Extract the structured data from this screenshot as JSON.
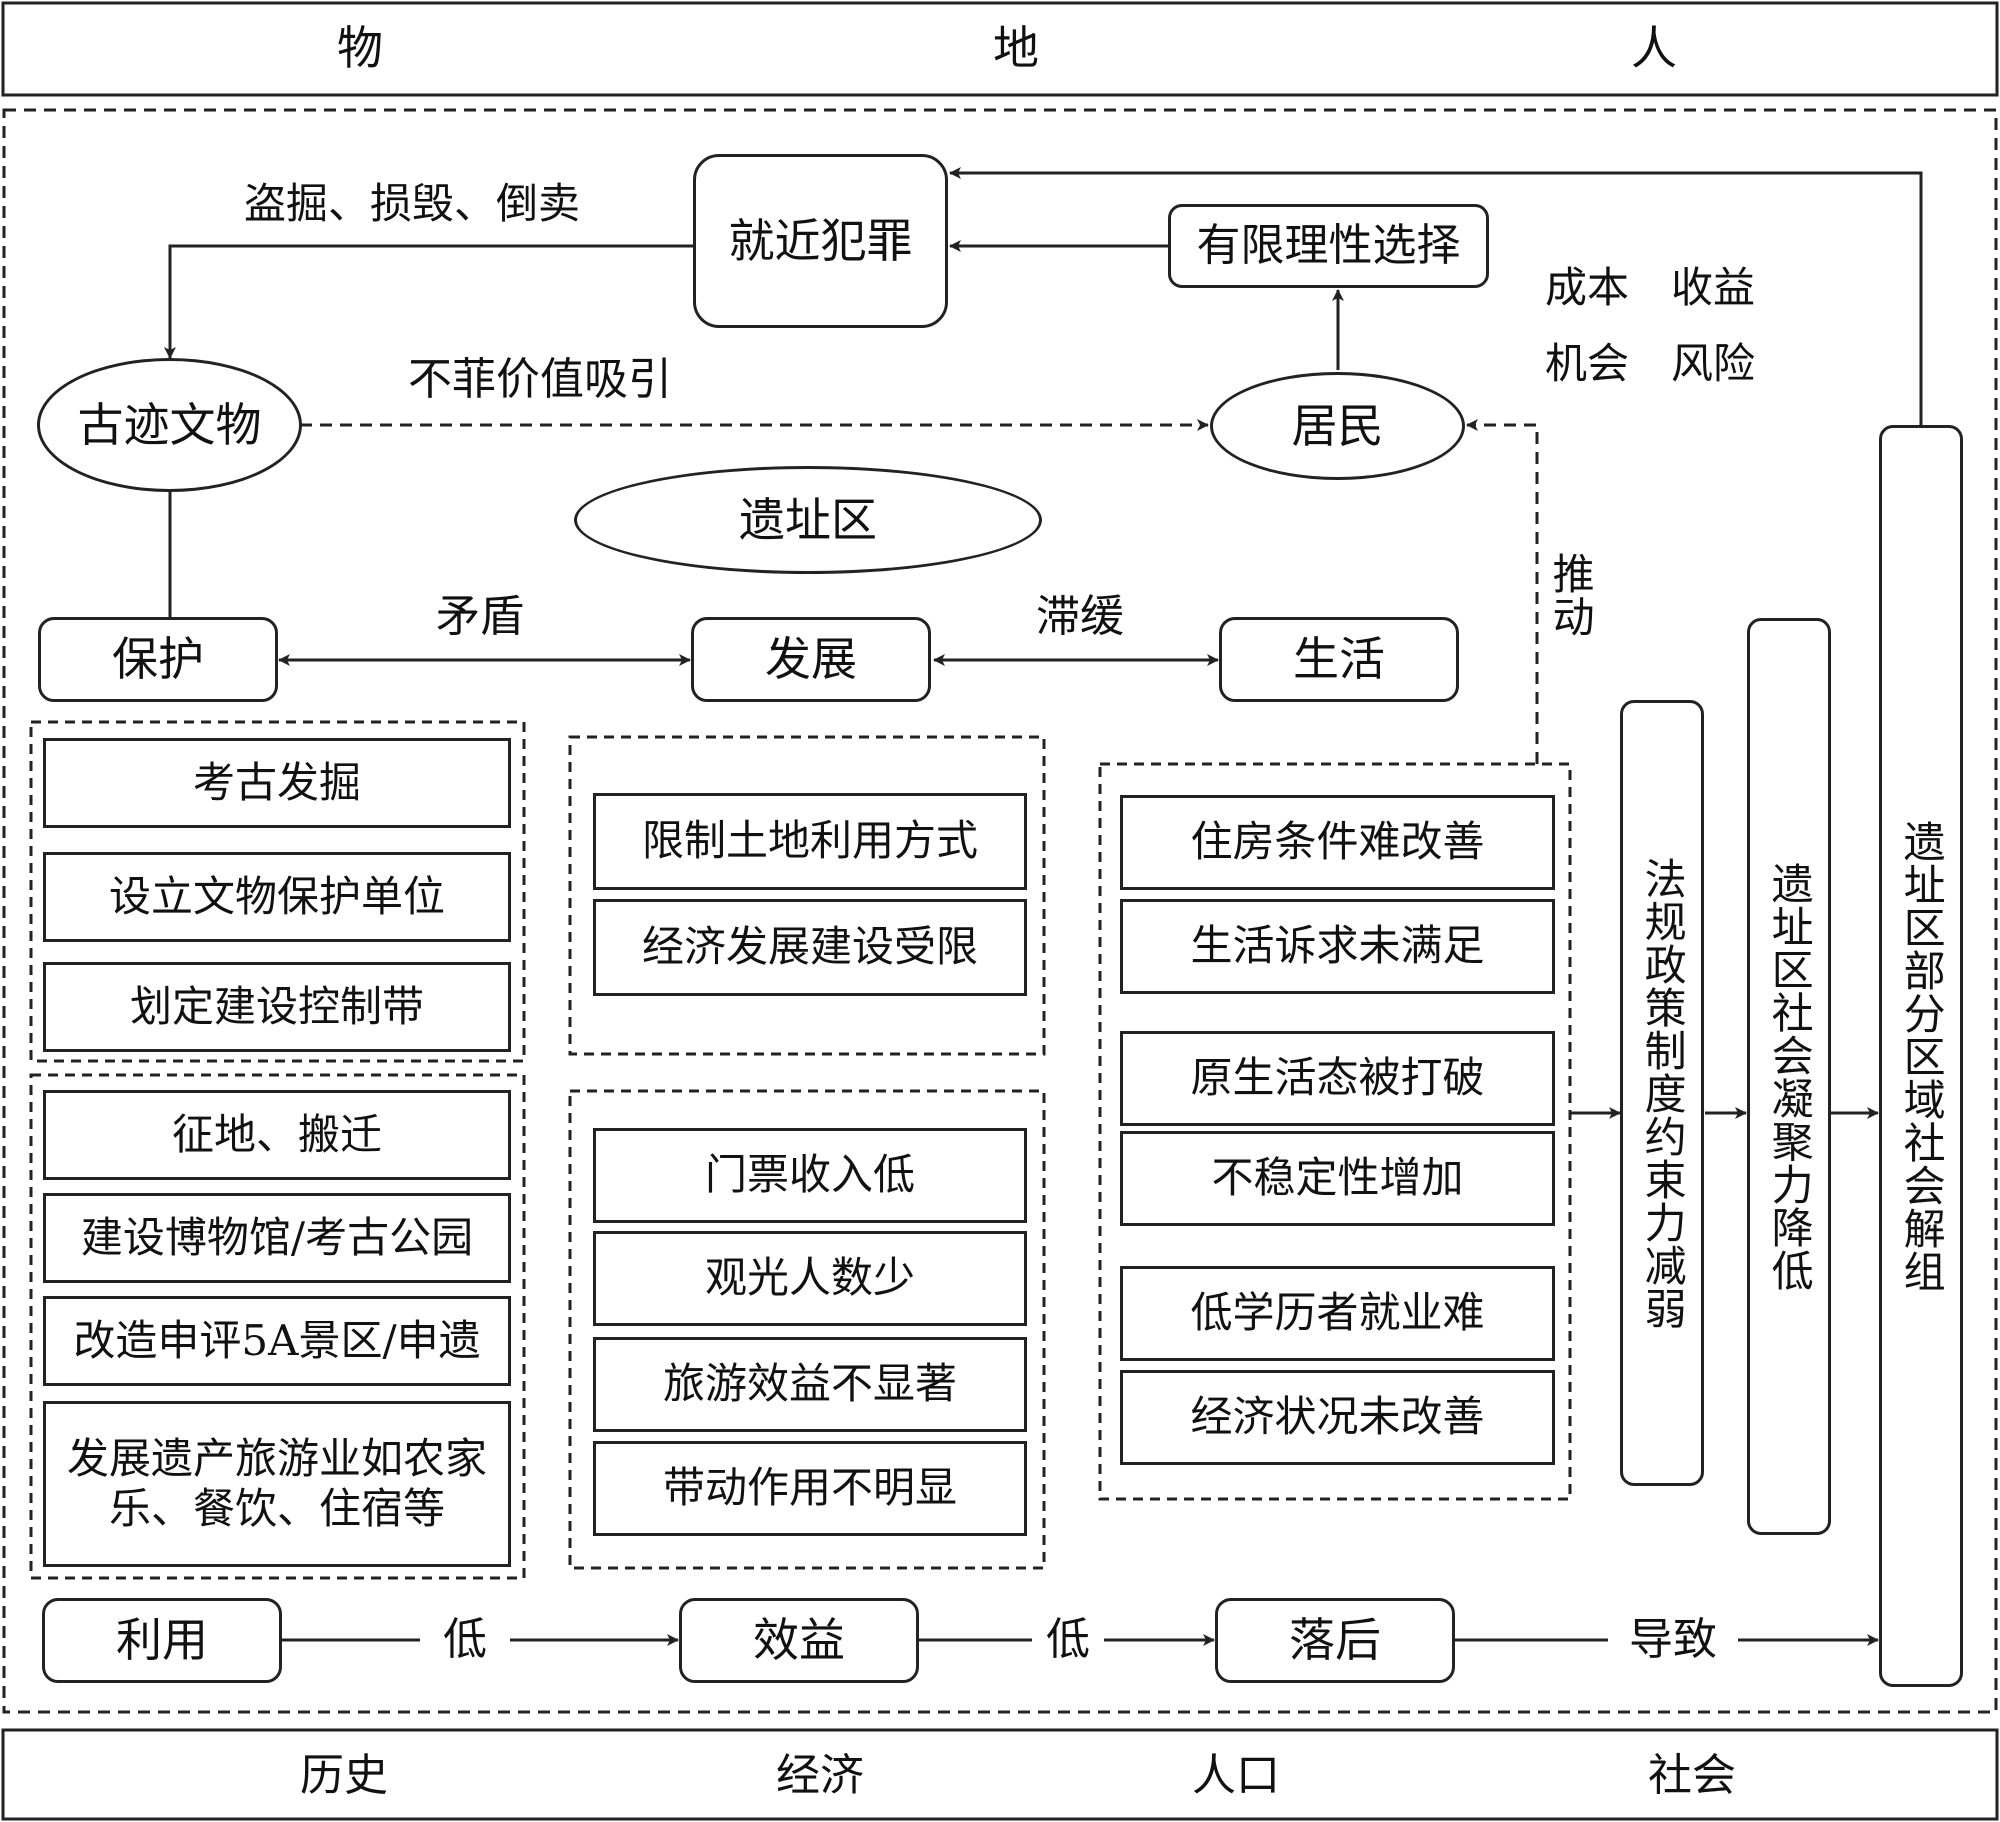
{
  "header": {
    "left": "物",
    "middle": "地",
    "right": "人"
  },
  "footer": {
    "history": "历史",
    "economy": "经济",
    "population": "人口",
    "society": "社会"
  },
  "top": {
    "crime": "就近犯罪",
    "crime_action": "盗掘、损毁、倒卖",
    "rational_choice": "有限理性选择",
    "cost": "成本",
    "benefit": "收益",
    "opportunity": "机会",
    "risk": "风险",
    "relics": "古迹文物",
    "attraction": "不菲价值吸引",
    "residents": "居民",
    "site": "遗址区",
    "push": "推动"
  },
  "middle_row": {
    "protect": "保护",
    "contradiction": "矛盾",
    "develop": "发展",
    "stagnation": "滞缓",
    "life": "生活"
  },
  "protection_actions": [
    "考古发掘",
    "设立文物保护单位",
    "划定建设控制带"
  ],
  "utilization_actions": [
    "征地、搬迁",
    "建设博物馆/考古公园",
    "改造申评5A景区/申遗",
    "发展遗产旅游业如农家乐、餐饮、住宿等"
  ],
  "development_limits": [
    "限制土地利用方式",
    "经济发展建设受限"
  ],
  "tourism_effects": [
    "门票收入低",
    "观光人数少",
    "旅游效益不显著",
    "带动作用不明显"
  ],
  "life_effects": [
    "住房条件难改善",
    "生活诉求未满足",
    "原生活态被打破",
    "不稳定性增加",
    "低学历者就业难",
    "经济状况未改善"
  ],
  "outcomes": {
    "law_weaken": "法规政策制度约束力减弱",
    "cohesion_decline": "遗址区社会凝聚力降低",
    "disorganization": "遗址区部分区域社会解组"
  },
  "bottom_chain": {
    "use": "利用",
    "low1": "低",
    "benefit": "效益",
    "low2": "低",
    "backward": "落后",
    "lead": "导致"
  }
}
